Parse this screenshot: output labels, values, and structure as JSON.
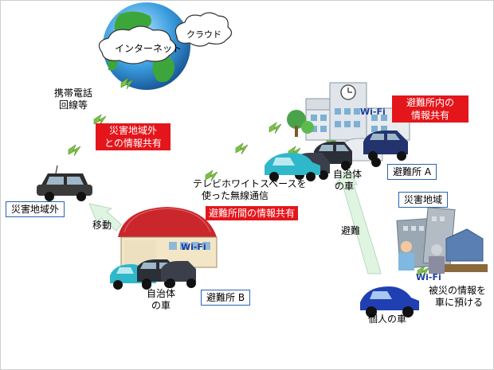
{
  "labels": {
    "cloud": "クラウド",
    "internet": "インターネット",
    "mobile_line_1": "携帯電話",
    "mobile_line_2": "回線等",
    "outside_share_1": "災害地域外",
    "outside_share_2": "との情報共有",
    "outside_area": "災害地域外",
    "move": "移動",
    "whitespace_1": "テレビホワイトスペースを",
    "whitespace_2": "使った無線通信",
    "between_share": "避難所間の情報共有",
    "wifi_a": "Wi-Fi",
    "wifi_b": "Wi-Fi",
    "wifi_c": "Wi-Fi",
    "inside_share_1": "避難所内の",
    "inside_share_2": "情報共有",
    "muni_car_a_1": "自治体",
    "muni_car_a_2": "の車",
    "muni_car_b_1": "自治体",
    "muni_car_b_2": "の車",
    "shelter_a": "避難所 A",
    "shelter_b": "避難所 B",
    "disaster_area": "災害地域",
    "evacuate": "避難",
    "deposit_1": "被災の情報を",
    "deposit_2": "車に預ける",
    "private_car": "個人の車"
  },
  "colors": {
    "alert_red": "#e4161b",
    "box_border": "#2a63b0",
    "lightning_green": "#7fc242",
    "arrow_green": "#dff5e2"
  }
}
